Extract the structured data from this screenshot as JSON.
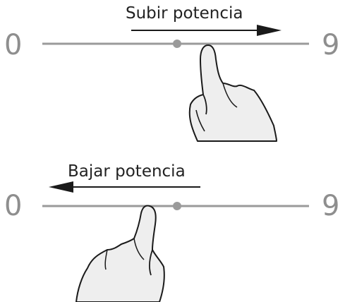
{
  "top_panel": {
    "caption": "Subir potencia",
    "scale_min": "0",
    "scale_max": "9",
    "arrow_direction": "right",
    "icons": [
      "arrow-right-icon",
      "finger-touch-icon"
    ]
  },
  "bottom_panel": {
    "caption": "Bajar potencia",
    "scale_min": "0",
    "scale_max": "9",
    "arrow_direction": "left",
    "icons": [
      "arrow-left-icon",
      "finger-touch-icon"
    ]
  },
  "colors": {
    "scale_line": "#9a9a9a",
    "numbers": "#8e8e8e",
    "text": "#222222",
    "arrow": "#1a1a1a",
    "hand_fill": "#eeeeee",
    "hand_stroke": "#1a1a1a"
  }
}
